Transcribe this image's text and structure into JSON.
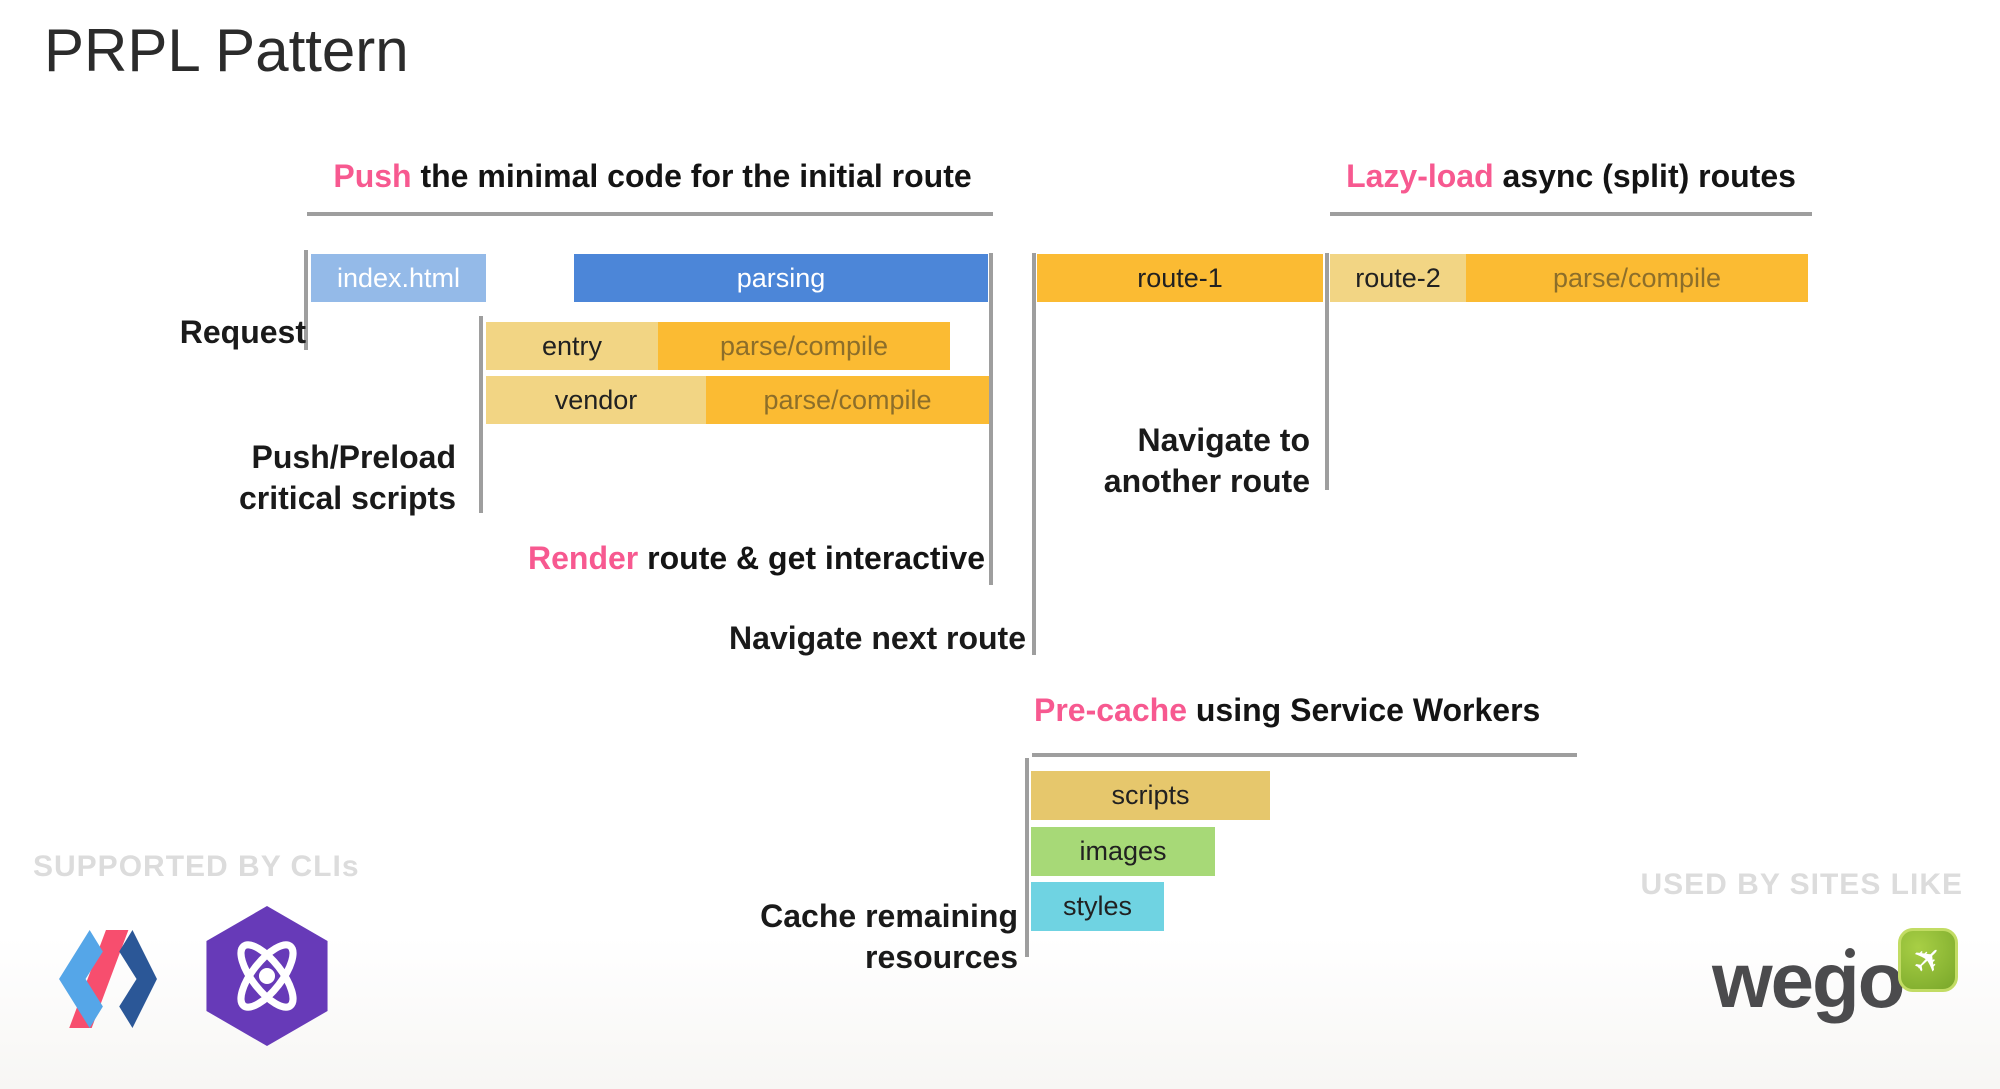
{
  "title": "PRPL Pattern",
  "colors": {
    "pink": "#F75990",
    "blue": "#4C86D8",
    "light_blue": "#94BAE8",
    "amber": "#FBBB33",
    "light_amber": "#F2D584",
    "scripts_yellow": "#E6C76C",
    "images_green": "#A7D977",
    "styles_cyan": "#6FD3E2",
    "marker_gray": "#9E9E9E"
  },
  "sections": {
    "push": {
      "highlight": "Push",
      "rest": " the minimal code for the initial route"
    },
    "lazy_load": {
      "highlight": "Lazy-load",
      "rest": " async (split) routes"
    },
    "render": {
      "highlight": "Render",
      "rest": " route & get interactive"
    },
    "pre_cache": {
      "highlight": "Pre-cache",
      "rest": " using Service Workers"
    }
  },
  "labels": {
    "request": "Request",
    "push_preload": [
      "Push/Preload",
      "critical scripts"
    ],
    "navigate_next": "Navigate next route",
    "navigate_another": [
      "Navigate to",
      "another route"
    ],
    "cache_remaining": [
      "Cache remaining",
      "resources"
    ]
  },
  "bars": {
    "index_html": "index.html",
    "parsing": "parsing",
    "route_1": "route-1",
    "route_2": "route-2",
    "parse_compile": "parse/compile",
    "entry": "entry",
    "vendor": "vendor",
    "scripts": "scripts",
    "images": "images",
    "styles": "styles"
  },
  "footer": {
    "left_caption": "SUPPORTED BY CLIs",
    "right_caption": "USED BY SITES LIKE",
    "wego_logo_text": "wego",
    "logo_names": [
      "polymer-cli",
      "preact-cli",
      "wego"
    ]
  }
}
